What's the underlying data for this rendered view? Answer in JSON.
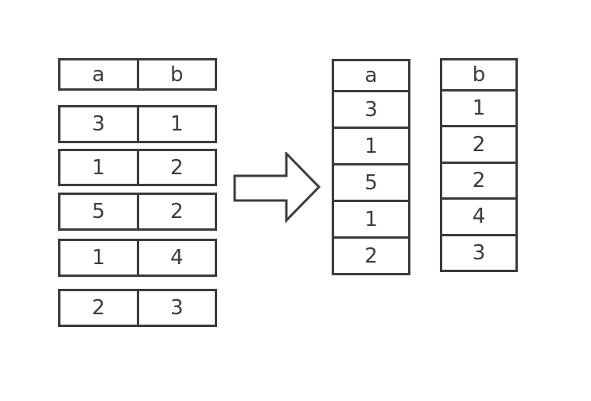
{
  "left_table": {
    "headers": [
      "a",
      "b"
    ],
    "rows": [
      [
        "3",
        "1"
      ],
      [
        "1",
        "2"
      ],
      [
        "5",
        "2"
      ],
      [
        "1",
        "4"
      ],
      [
        "2",
        "3"
      ]
    ]
  },
  "right_columns": [
    {
      "header": "a",
      "values": [
        "3",
        "1",
        "5",
        "1",
        "2"
      ]
    },
    {
      "header": "b",
      "values": [
        "1",
        "2",
        "2",
        "4",
        "3"
      ]
    }
  ],
  "icons": {
    "arrow": "right-block-arrow"
  },
  "colors": {
    "border": "#3c3c3c",
    "text": "#3d3d3d",
    "background": "#ffffff"
  }
}
